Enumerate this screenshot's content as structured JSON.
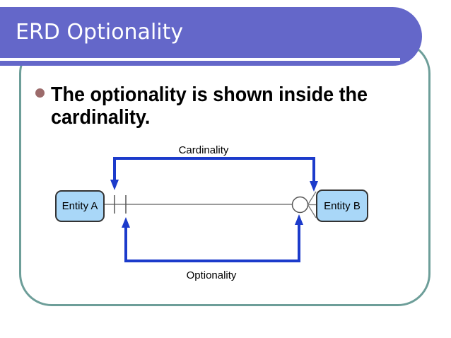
{
  "title": "ERD Optionality",
  "bullet": {
    "line1": "The optionality is shown inside the",
    "line2": "cardinality."
  },
  "diagram": {
    "top_label": "Cardinality",
    "bottom_label": "Optionality",
    "entity_a": "Entity A",
    "entity_b": "Entity B"
  },
  "colors": {
    "title_bar": "#6467C9",
    "title_text": "#ffffff",
    "frame_border": "#6D9E99",
    "bullet_dot": "#9C6B6B",
    "body_text": "#000000",
    "bracket_arrow_blue": "#1C3BCB",
    "entity_fill": "#A9D7F8",
    "entity_border": "#333333",
    "relationship_line": "#7a7a7a"
  }
}
